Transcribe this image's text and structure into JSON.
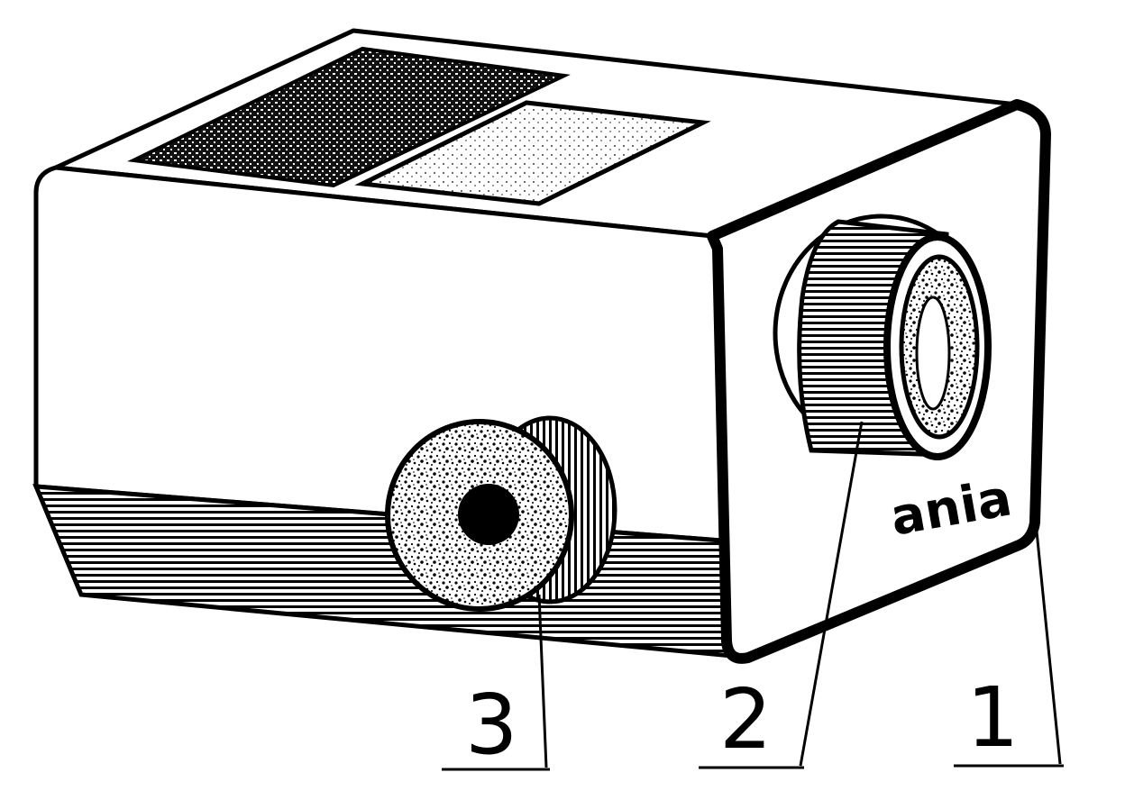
{
  "brand": {
    "name": "ania"
  },
  "callouts": [
    {
      "label": "1"
    },
    {
      "label": "2"
    },
    {
      "label": "3"
    }
  ],
  "colors": {
    "ink": "#000000",
    "paper": "#ffffff"
  }
}
